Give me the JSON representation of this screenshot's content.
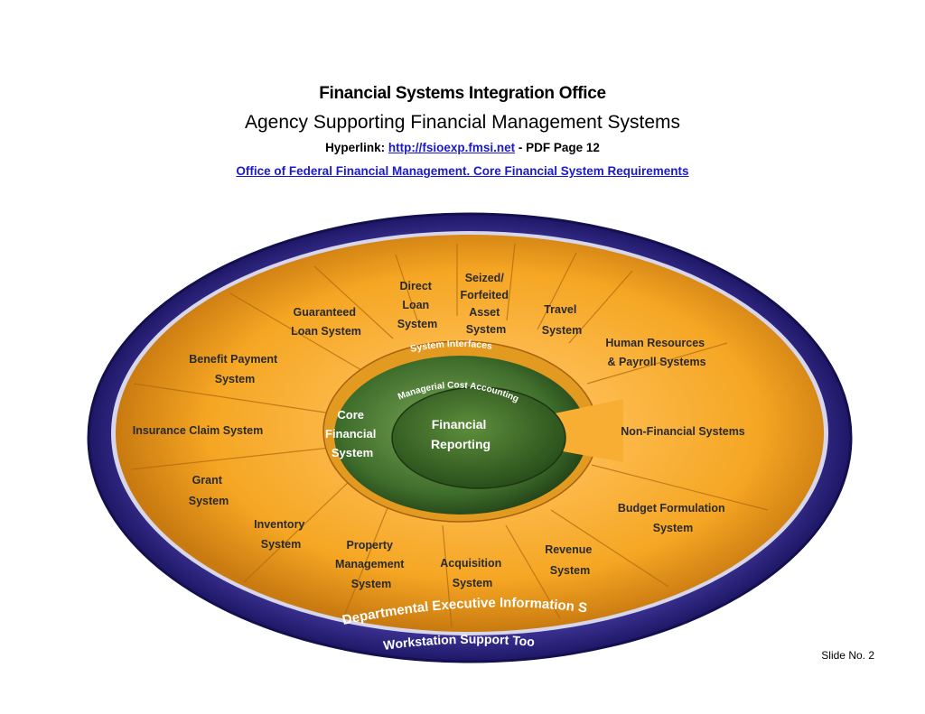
{
  "header": {
    "title": "Financial Systems Integration Office",
    "subtitle": "Agency Supporting Financial Management Systems",
    "hyperlink_label": "Hyperlink:",
    "hyperlink_url": "http://fsioexp.fmsi.net",
    "hyperlink_suffix": "- PDF Page 12",
    "requirements_link": "Office of Federal Financial Management. Core Financial System Requirements"
  },
  "diagram": {
    "segments": [
      {
        "lines": [
          "Direct",
          "Loan",
          "System"
        ]
      },
      {
        "lines": [
          "Seized/",
          "Forfeited",
          "Asset",
          "System"
        ]
      },
      {
        "lines": [
          "Travel",
          "System"
        ]
      },
      {
        "lines": [
          "Human Resources",
          "& Payroll Systems"
        ]
      },
      {
        "lines": [
          "Non-Financial Systems"
        ]
      },
      {
        "lines": [
          "Budget Formulation",
          "System"
        ]
      },
      {
        "lines": [
          "Revenue",
          "System"
        ]
      },
      {
        "lines": [
          "Acquisition",
          "System"
        ]
      },
      {
        "lines": [
          "Property",
          "Management",
          "System"
        ]
      },
      {
        "lines": [
          "Inventory",
          "System"
        ]
      },
      {
        "lines": [
          "Grant",
          "System"
        ]
      },
      {
        "lines": [
          "Insurance Claim System"
        ]
      },
      {
        "lines": [
          "Benefit Payment",
          "System"
        ]
      },
      {
        "lines": [
          "Guaranteed",
          "Loan System"
        ]
      }
    ],
    "system_interfaces": "System Interfaces",
    "managerial_cost_accounting": "Managerial Cost Accounting",
    "core_financial": [
      "Core",
      "Financial",
      "System"
    ],
    "financial_reporting": [
      "Financial",
      "Reporting"
    ],
    "outer_ring_top": "Departmental Executive Information System",
    "outer_ring_bottom": "Workstation Support Tools",
    "colors": {
      "outer_ring": "#3a2f8c",
      "outer_ring_dark": "#1e1766",
      "orange": "#f5a623",
      "orange_dark": "#c97a10",
      "green": "#3f6e2c",
      "green_light": "#7ea858",
      "green_dark": "#1f3d15"
    }
  },
  "footer": {
    "slide_number": "Slide No. 2"
  }
}
